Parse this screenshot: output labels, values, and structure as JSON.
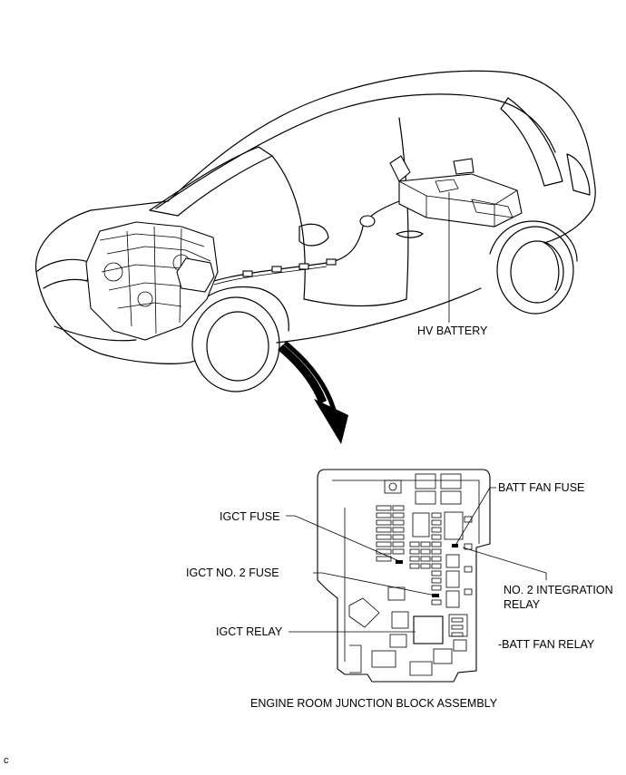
{
  "labels": {
    "hv_battery": "HV BATTERY",
    "batt_fan_fuse": "BATT FAN FUSE",
    "igct_fuse": "IGCT FUSE",
    "igct_no2_fuse": "IGCT NO. 2 FUSE",
    "no2_integration_relay_line1": "NO. 2 INTEGRATION",
    "no2_integration_relay_line2": "RELAY",
    "igct_relay": "IGCT RELAY",
    "batt_fan_relay": "-BATT FAN RELAY",
    "junction_block": "ENGINE ROOM JUNCTION BLOCK ASSEMBLY",
    "corner_code": "c"
  },
  "colors": {
    "ink": "#000000",
    "background": "#ffffff"
  }
}
